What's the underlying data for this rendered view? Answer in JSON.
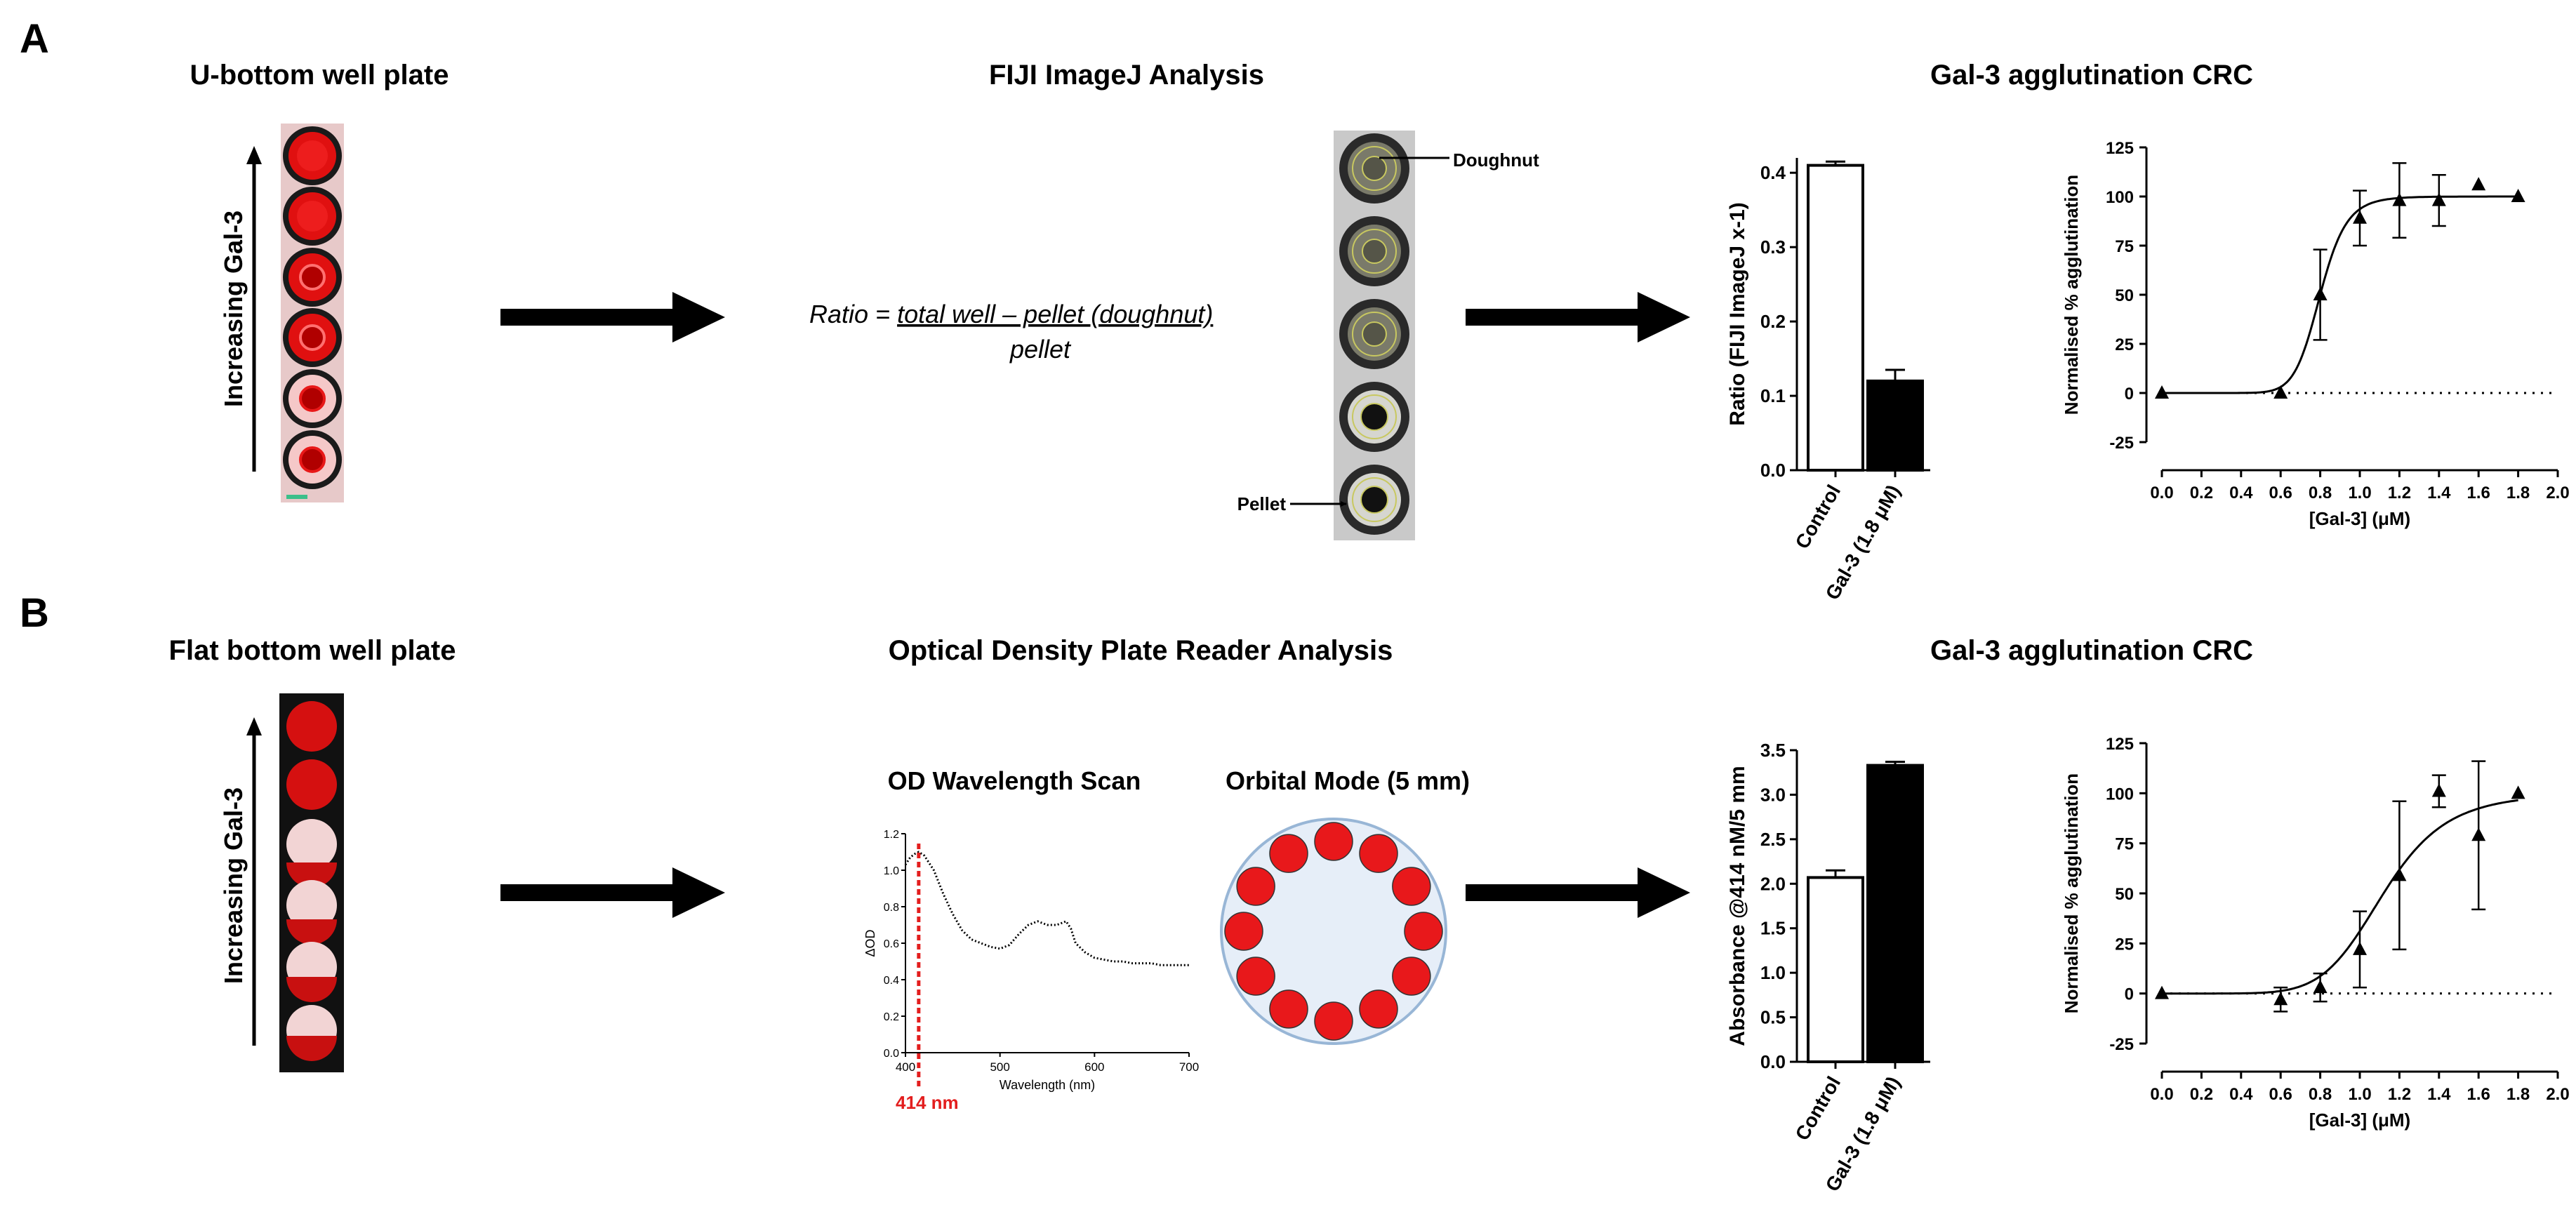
{
  "panels": {
    "A": {
      "letter": "A",
      "plate_title": "U-bottom well plate",
      "gradient_label": "Increasing Gal-3",
      "analysis_title": "FIJI ImageJ Analysis",
      "ratio": {
        "prefix": "Ratio = ",
        "numerator": "total well – pellet (doughnut)",
        "denominator": "pellet"
      },
      "annotations": {
        "doughnut": "Doughnut",
        "pellet": "Pellet"
      },
      "crc_title": "Gal-3 agglutination CRC"
    },
    "B": {
      "letter": "B",
      "plate_title": "Flat bottom well plate",
      "gradient_label": "Increasing Gal-3",
      "analysis_title": "Optical Density Plate Reader Analysis",
      "scan_title": "OD Wavelength Scan",
      "orbital_title": "Orbital Mode (5 mm)",
      "scan_marker": "414 nm",
      "crc_title": "Gal-3 agglutination CRC"
    }
  },
  "colors": {
    "red": "#e8181b",
    "marker_red": "#e31e1e",
    "orbital_fill": "#e6eef8",
    "orbital_ring": "#98b6d6"
  },
  "chart_data": [
    {
      "id": "A-bar",
      "type": "bar",
      "categories": [
        "Control",
        "Gal-3 (1.8 μM)"
      ],
      "values": [
        0.41,
        0.12
      ],
      "errors": [
        0.005,
        0.015
      ],
      "fills": [
        "#ffffff",
        "#000000"
      ],
      "ylabel": "Ratio (FIJI ImageJ x-1)",
      "ylim": [
        0,
        0.42
      ],
      "yticks": [
        0.0,
        0.1,
        0.2,
        0.3,
        0.4
      ],
      "ytick_labels": [
        "0.0",
        "0.1",
        "0.2",
        "0.3",
        "0.4"
      ]
    },
    {
      "id": "A-crc",
      "type": "scatter",
      "xlabel": "[Gal-3] (μM)",
      "ylabel": "Normalised % agglutination",
      "xlim": [
        0,
        2.0
      ],
      "ylim": [
        -25,
        125
      ],
      "xticks": [
        0,
        0.2,
        0.4,
        0.6,
        0.8,
        1.0,
        1.2,
        1.4,
        1.6,
        1.8,
        2.0
      ],
      "xtick_labels": [
        "0.0",
        "0.2",
        "0.4",
        "0.6",
        "0.8",
        "1.0",
        "1.2",
        "1.4",
        "1.6",
        "1.8",
        "2.0"
      ],
      "yticks": [
        -25,
        0,
        25,
        50,
        75,
        100,
        125
      ],
      "ytick_labels": [
        "-25",
        "0",
        "25",
        "50",
        "75",
        "100",
        "125"
      ],
      "points": [
        {
          "x": 0.0,
          "y": 0,
          "err": 0
        },
        {
          "x": 0.6,
          "y": 0,
          "err": 0
        },
        {
          "x": 0.8,
          "y": 50,
          "err": 23
        },
        {
          "x": 1.0,
          "y": 89,
          "err": 14
        },
        {
          "x": 1.2,
          "y": 98,
          "err": 19
        },
        {
          "x": 1.4,
          "y": 98,
          "err": 13
        },
        {
          "x": 1.6,
          "y": 106,
          "err": 0
        },
        {
          "x": 1.8,
          "y": 100,
          "err": 0
        }
      ],
      "fit": {
        "bottom": 0,
        "top": 100,
        "ec50": 0.8,
        "hill": 12
      }
    },
    {
      "id": "B-scan",
      "type": "line",
      "xlabel": "Wavelength (nm)",
      "ylabel": "ΔOD",
      "xlim": [
        400,
        700
      ],
      "ylim": [
        0,
        1.2
      ],
      "xticks": [
        400,
        500,
        600,
        700
      ],
      "xtick_labels": [
        "400",
        "500",
        "600",
        "700"
      ],
      "yticks": [
        0.0,
        0.2,
        0.4,
        0.6,
        0.8,
        1.0,
        1.2
      ],
      "ytick_labels": [
        "0.0",
        "0.2",
        "0.4",
        "0.6",
        "0.8",
        "1.0",
        "1.2"
      ],
      "x": [
        400,
        405,
        410,
        414,
        420,
        430,
        440,
        450,
        460,
        470,
        480,
        490,
        500,
        510,
        520,
        530,
        540,
        550,
        560,
        570,
        575,
        580,
        590,
        600,
        610,
        620,
        630,
        640,
        650,
        660,
        670,
        680,
        690,
        700
      ],
      "y": [
        1.03,
        1.07,
        1.09,
        1.1,
        1.08,
        1.0,
        0.87,
        0.76,
        0.67,
        0.62,
        0.6,
        0.58,
        0.57,
        0.59,
        0.65,
        0.7,
        0.72,
        0.7,
        0.7,
        0.72,
        0.68,
        0.6,
        0.55,
        0.52,
        0.51,
        0.5,
        0.5,
        0.49,
        0.49,
        0.49,
        0.48,
        0.48,
        0.48,
        0.48
      ],
      "marker_x": 414
    },
    {
      "id": "B-bar",
      "type": "bar",
      "categories": [
        "Control",
        "Gal-3 (1.8 μM)"
      ],
      "values": [
        2.07,
        3.33
      ],
      "errors": [
        0.08,
        0.04
      ],
      "fills": [
        "#ffffff",
        "#000000"
      ],
      "ylabel": "Absorbance @414 nM/5 mm",
      "ylim": [
        0,
        3.5
      ],
      "yticks": [
        0.0,
        0.5,
        1.0,
        1.5,
        2.0,
        2.5,
        3.0,
        3.5
      ],
      "ytick_labels": [
        "0.0",
        "0.5",
        "1.0",
        "1.5",
        "2.0",
        "2.5",
        "3.0",
        "3.5"
      ]
    },
    {
      "id": "B-crc",
      "type": "scatter",
      "xlabel": "[Gal-3] (μM)",
      "ylabel": "Normalised % agglutination",
      "xlim": [
        0,
        2.0
      ],
      "ylim": [
        -25,
        125
      ],
      "xticks": [
        0,
        0.2,
        0.4,
        0.6,
        0.8,
        1.0,
        1.2,
        1.4,
        1.6,
        1.8,
        2.0
      ],
      "xtick_labels": [
        "0.0",
        "0.2",
        "0.4",
        "0.6",
        "0.8",
        "1.0",
        "1.2",
        "1.4",
        "1.6",
        "1.8",
        "2.0"
      ],
      "yticks": [
        -25,
        0,
        25,
        50,
        75,
        100,
        125
      ],
      "ytick_labels": [
        "-25",
        "0",
        "25",
        "50",
        "75",
        "100",
        "125"
      ],
      "points": [
        {
          "x": 0.0,
          "y": 0,
          "err": 0
        },
        {
          "x": 0.6,
          "y": -3,
          "err": 6
        },
        {
          "x": 0.8,
          "y": 3,
          "err": 7
        },
        {
          "x": 1.0,
          "y": 22,
          "err": 19
        },
        {
          "x": 1.2,
          "y": 59,
          "err": 37
        },
        {
          "x": 1.4,
          "y": 101,
          "err": 8
        },
        {
          "x": 1.6,
          "y": 79,
          "err": 37
        },
        {
          "x": 1.8,
          "y": 100,
          "err": 0
        }
      ],
      "fit": {
        "bottom": 0,
        "top": 100,
        "ec50": 1.12,
        "hill": 7
      }
    }
  ]
}
